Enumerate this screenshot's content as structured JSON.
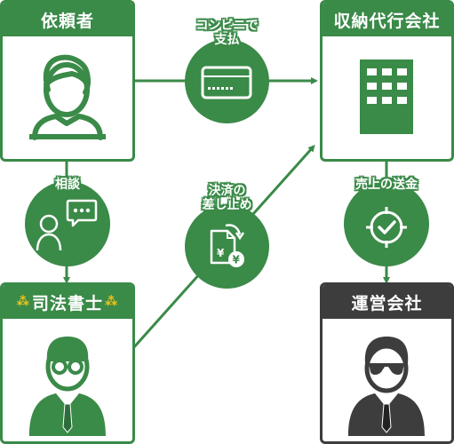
{
  "nodes": {
    "client": {
      "label": "依頼者"
    },
    "scrivener": {
      "label": "司法書士",
      "star": "⁂"
    },
    "agency": {
      "label": "収納代行会社"
    },
    "operator": {
      "label": "運営会社"
    }
  },
  "edges": {
    "consult": {
      "label": "相談"
    },
    "convenience_payment": {
      "line1": "コンビニで",
      "line2": "支払"
    },
    "stop_payment": {
      "line1": "決済の",
      "line2": "差し止め"
    },
    "remit_sales": {
      "label": "売上の送金"
    }
  },
  "icons": {
    "consult": "chat-bubbles-icon",
    "payment": "credit-card-icon",
    "stop": "document-yen-icon",
    "remit": "target-check-icon",
    "client": "person-icon",
    "scrivener": "person-glasses-suit-icon",
    "agency": "office-building-icon",
    "operator": "person-sunglasses-suit-icon"
  },
  "colors": {
    "green": "#3a8a48",
    "dark": "#3d3d3d",
    "star": "#f0c419"
  }
}
